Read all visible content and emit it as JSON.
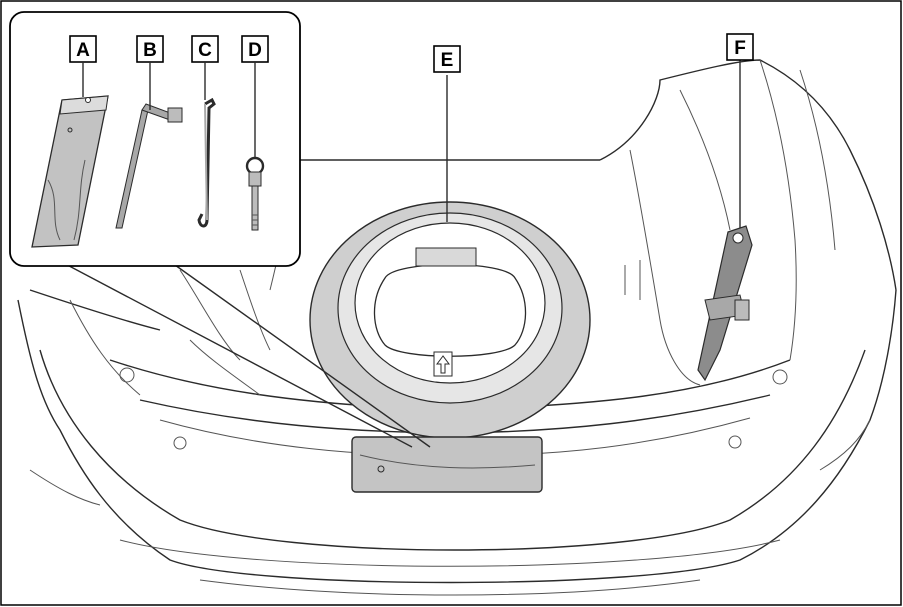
{
  "figure": {
    "labels": {
      "a": "A",
      "b": "B",
      "c": "C",
      "d": "D",
      "e": "E",
      "f": "F"
    },
    "colors": {
      "tire": "#cfcfcf",
      "tire_inner": "#e6e6e6",
      "tool_gray": "#a8a8a8",
      "tray_gray": "#c4c4c4",
      "jack_gray": "#8c8c8c"
    }
  }
}
